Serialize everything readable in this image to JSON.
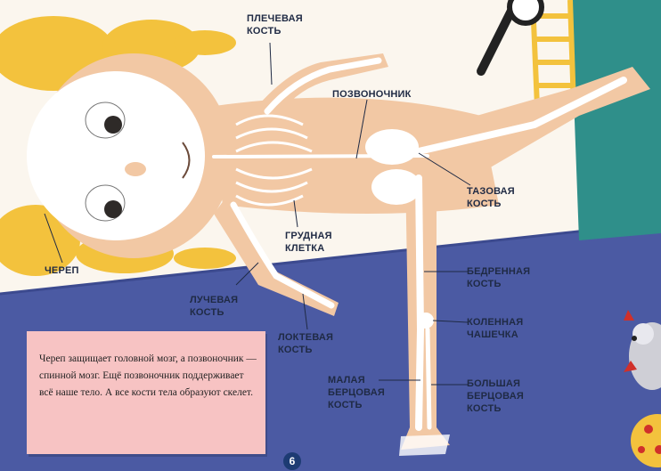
{
  "labels": {
    "shoulder_bone": "ПЛЕЧЕВАЯ\nКОСТЬ",
    "spine": "ПОЗВОНОЧНИК",
    "pelvic_bone": "ТАЗОВАЯ\nКОСТЬ",
    "rib_cage": "ГРУДНАЯ\nКЛЕТКА",
    "skull": "ЧЕРЕП",
    "radius": "ЛУЧЕВАЯ\nКОСТЬ",
    "ulna": "ЛОКТЕВАЯ\nКОСТЬ",
    "femur": "БЕДРЕННАЯ\nКОСТЬ",
    "kneecap": "КОЛЕННАЯ\nЧАШЕЧКА",
    "fibula": "МАЛАЯ\nБЕРЦОВАЯ\nКОСТЬ",
    "tibia": "БОЛЬШАЯ\nБЕРЦОВАЯ\nКОСТЬ"
  },
  "note": {
    "text": "Череп защищает головной мозг, а позвоночник — спинной мозг. Ещё позвоночник поддерживает всё наше тело. А все кости тела образуют скелет."
  },
  "page_number": "6",
  "colors": {
    "floor": "#4b5aa3",
    "wall": "#fbf6ee",
    "skin": "#f2c8a4",
    "hair": "#f3c23d",
    "bone": "#ffffff",
    "note_bg": "#f7c3c3",
    "teal": "#2f8f8a",
    "ladder": "#f3c23d"
  },
  "icons": [
    "magnifier-icon",
    "mouse-illustration",
    "ball-illustration"
  ]
}
